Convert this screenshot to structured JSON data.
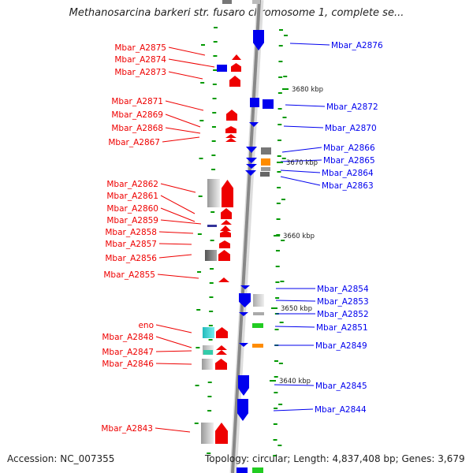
{
  "title": "Methanosarcina barkeri str. fusaro chromosome 1, complete se...",
  "footer": {
    "accession": "Accession: NC_007355",
    "stats": "Topology: circular; Length: 4,837,408 bp; Genes: 3,679"
  },
  "colors": {
    "left_strand": "#ee0000",
    "right_strand": "#0000ee",
    "axis": "#888888",
    "ticks": "#009900"
  },
  "scale_labels": [
    "3680 kbp",
    "3670 kbp",
    "3660 kbp",
    "3650 kbp",
    "3640 kbp"
  ],
  "left_genes": [
    "Mbar_A2875",
    "Mbar_A2874",
    "Mbar_A2873",
    "Mbar_A2871",
    "Mbar_A2869",
    "Mbar_A2868",
    "Mbar_A2867",
    "Mbar_A2862",
    "Mbar_A2861",
    "Mbar_A2860",
    "Mbar_A2859",
    "Mbar_A2858",
    "Mbar_A2857",
    "Mbar_A2856",
    "Mbar_A2855",
    "eno",
    "Mbar_A2848",
    "Mbar_A2847",
    "Mbar_A2846",
    "Mbar_A2843"
  ],
  "right_genes": [
    "Mbar_A2876",
    "Mbar_A2872",
    "Mbar_A2870",
    "Mbar_A2866",
    "Mbar_A2865",
    "Mbar_A2864",
    "Mbar_A2863",
    "Mbar_A2854",
    "Mbar_A2853",
    "Mbar_A2852",
    "Mbar_A2851",
    "Mbar_A2849",
    "Mbar_A2845",
    "Mbar_A2844"
  ]
}
